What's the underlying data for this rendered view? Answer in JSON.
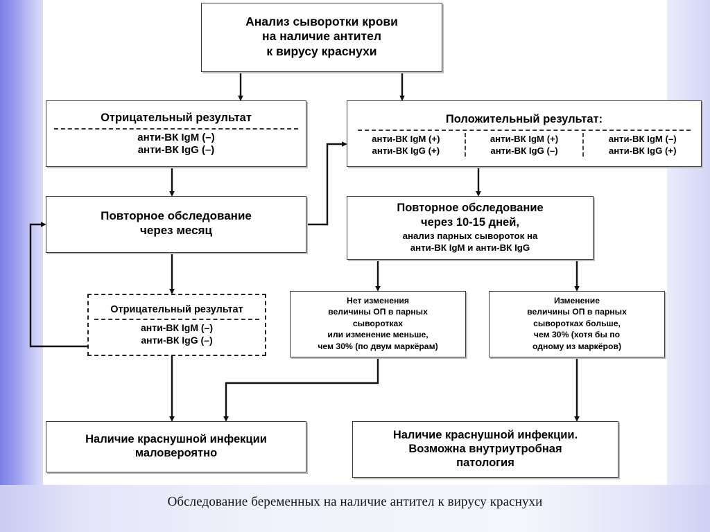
{
  "caption": "Обследование беременных на наличие антител к вирусу краснухи",
  "colors": {
    "frame_blue": "#7b7ee8",
    "box_border": "#3b3b3b",
    "sheet": "#ffffff"
  },
  "nodes": {
    "title": {
      "lines": [
        "Анализ сыворотки крови",
        "на наличие антител",
        "к вирусу краснухи"
      ]
    },
    "negative_result_1": {
      "header": "Отрицательный результат",
      "lines": [
        "анти-ВК IgM  (–)",
        "анти-ВК IgG  (–)"
      ]
    },
    "positive_result": {
      "header": "Положительный результат:",
      "columns": [
        {
          "lines": [
            "анти-ВК IgM (+)",
            "анти-ВК IgG (+)"
          ]
        },
        {
          "lines": [
            "анти-ВК IgM (+)",
            "анти-ВК IgG (–)"
          ]
        },
        {
          "lines": [
            "анти-ВК IgM (–)",
            "анти-ВК IgG (+)"
          ]
        }
      ]
    },
    "repeat_month": {
      "lines": [
        "Повторное обследование",
        "через месяц"
      ]
    },
    "repeat_days": {
      "big_lines": [
        "Повторное обследование",
        "через 10-15 дней,"
      ],
      "small_lines": [
        "анализ парных сывороток на",
        "анти-ВК IgM  и анти-ВК IgG"
      ]
    },
    "negative_result_2": {
      "header": "Отрицательный результат",
      "lines": [
        "анти-ВК IgM  (–)",
        "анти-ВК IgG  (–)"
      ]
    },
    "no_change": {
      "lines": [
        "Нет изменения",
        "величины ОП в парных",
        "сыворотках",
        "или изменение меньше,",
        "чем 30% (по двум маркёрам)"
      ]
    },
    "change": {
      "lines": [
        "Изменение",
        "величины ОП в парных",
        "сыворотках больше,",
        "чем 30% (хотя бы по",
        "одному из маркёров)"
      ]
    },
    "unlikely": {
      "lines": [
        "Наличие краснушной инфекции",
        "маловероятно"
      ]
    },
    "infection": {
      "lines": [
        "Наличие краснушной инфекции.",
        "Возможна внутриутробная",
        "патология"
      ]
    }
  }
}
